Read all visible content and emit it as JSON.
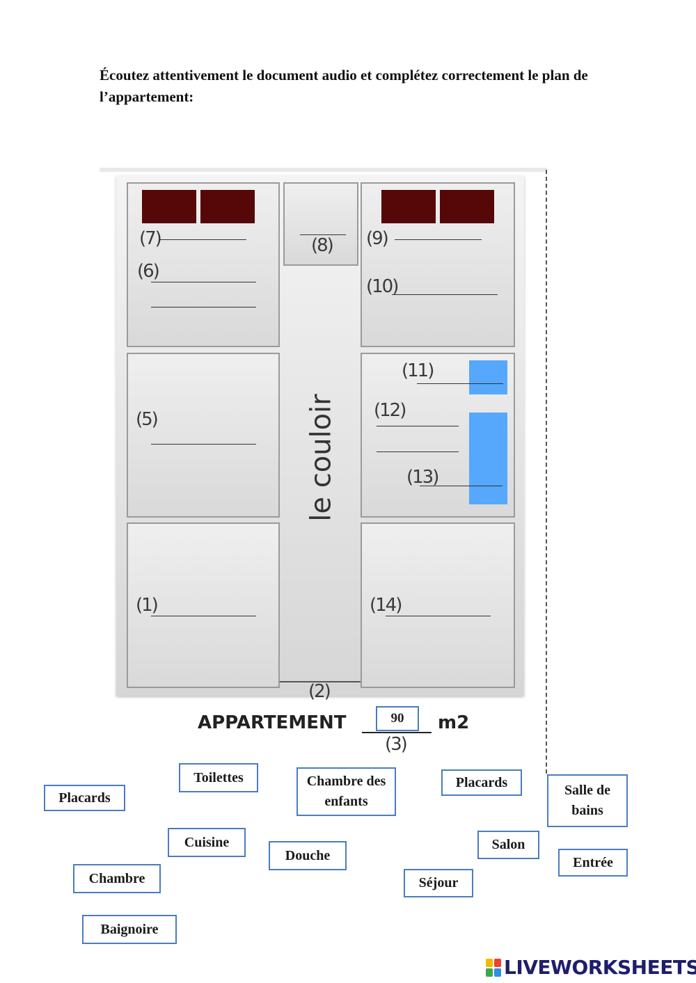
{
  "instructions": "Écoutez attentivement le document audio et complétez correctement le plan de l’appartement:",
  "plan": {
    "corridor_label": "le couloir",
    "labels": {
      "n1": "(1)",
      "n2": "(2)",
      "n3": "(3)",
      "n5": "(5)",
      "n6": "(6)",
      "n7": "(7)",
      "n8": "(8)",
      "n9": "(9)",
      "n10": "(10)",
      "n11": "(11)",
      "n12": "(12)",
      "n13": "(13)",
      "n14": "(14)"
    },
    "colors": {
      "closet": "#560707",
      "fixture": "#55a8fb",
      "box_border": "#4a7cc0"
    }
  },
  "apartment": {
    "label": "APPARTEMENT",
    "value": "90",
    "unit": "m2"
  },
  "word_bank": [
    "Placards",
    "Toilettes",
    "Chambre des enfants",
    "Placards",
    "Salle de bains",
    "Cuisine",
    "Douche",
    "Salon",
    "Entrée",
    "Chambre",
    "Séjour",
    "Baignoire"
  ],
  "footer": {
    "brand": "LIVEWORKSHEETS"
  }
}
